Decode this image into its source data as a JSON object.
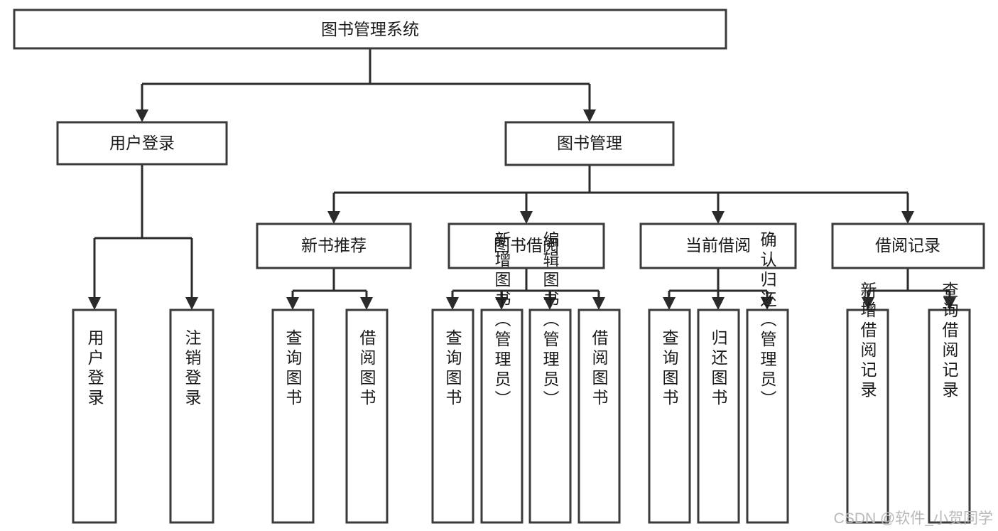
{
  "diagram": {
    "title": "图书管理系统",
    "type": "tree-hierarchy-chart",
    "root": {
      "id": "root",
      "label": "图书管理系统",
      "orientation": "horizontal"
    },
    "level2": [
      {
        "id": "user-login",
        "label": "用户登录",
        "orientation": "horizontal"
      },
      {
        "id": "book-management",
        "label": "图书管理",
        "orientation": "horizontal"
      }
    ],
    "level3": [
      {
        "id": "new-book-recommend",
        "label": "新书推荐",
        "orientation": "horizontal"
      },
      {
        "id": "book-borrow",
        "label": "图书借阅",
        "orientation": "horizontal"
      },
      {
        "id": "current-borrow",
        "label": "当前借阅",
        "orientation": "horizontal"
      },
      {
        "id": "borrow-record",
        "label": "借阅记录",
        "orientation": "horizontal"
      }
    ],
    "leaves": [
      {
        "id": "leaf-user-login",
        "parent": "user-login",
        "label": "用户登录",
        "orientation": "vertical"
      },
      {
        "id": "leaf-logout-login",
        "parent": "user-login",
        "label": "注销登录",
        "orientation": "vertical"
      },
      {
        "id": "leaf-query-book-1",
        "parent": "new-book-recommend",
        "label": "查询图书",
        "orientation": "vertical"
      },
      {
        "id": "leaf-borrow-book-1",
        "parent": "new-book-recommend",
        "label": "借阅图书",
        "orientation": "vertical"
      },
      {
        "id": "leaf-query-book-2",
        "parent": "book-borrow",
        "label": "查询图书",
        "orientation": "vertical"
      },
      {
        "id": "leaf-add-book",
        "parent": "book-borrow",
        "label": "新增图书（管理员）",
        "orientation": "vertical"
      },
      {
        "id": "leaf-edit-book",
        "parent": "book-borrow",
        "label": "编辑图书（管理员）",
        "orientation": "vertical"
      },
      {
        "id": "leaf-borrow-book-2",
        "parent": "book-borrow",
        "label": "借阅图书",
        "orientation": "vertical"
      },
      {
        "id": "leaf-query-book-3",
        "parent": "current-borrow",
        "label": "查询图书",
        "orientation": "vertical"
      },
      {
        "id": "leaf-return-book",
        "parent": "current-borrow",
        "label": "归还图书",
        "orientation": "vertical"
      },
      {
        "id": "leaf-confirm-return",
        "parent": "current-borrow",
        "label": "确认归还（管理员）",
        "orientation": "vertical"
      },
      {
        "id": "leaf-add-record",
        "parent": "borrow-record",
        "label": "新增借阅记录",
        "orientation": "vertical"
      },
      {
        "id": "leaf-query-record",
        "parent": "borrow-record",
        "label": "查询借阅记录",
        "orientation": "vertical"
      }
    ],
    "colors": {
      "box_stroke": "#3b3b3b",
      "connector": "#2b2b2b",
      "text": "#1a1a1a",
      "background": "#ffffff",
      "watermark": "#b9b9b9"
    }
  },
  "watermark": {
    "text": "CSDN @软件_小贺同学"
  }
}
